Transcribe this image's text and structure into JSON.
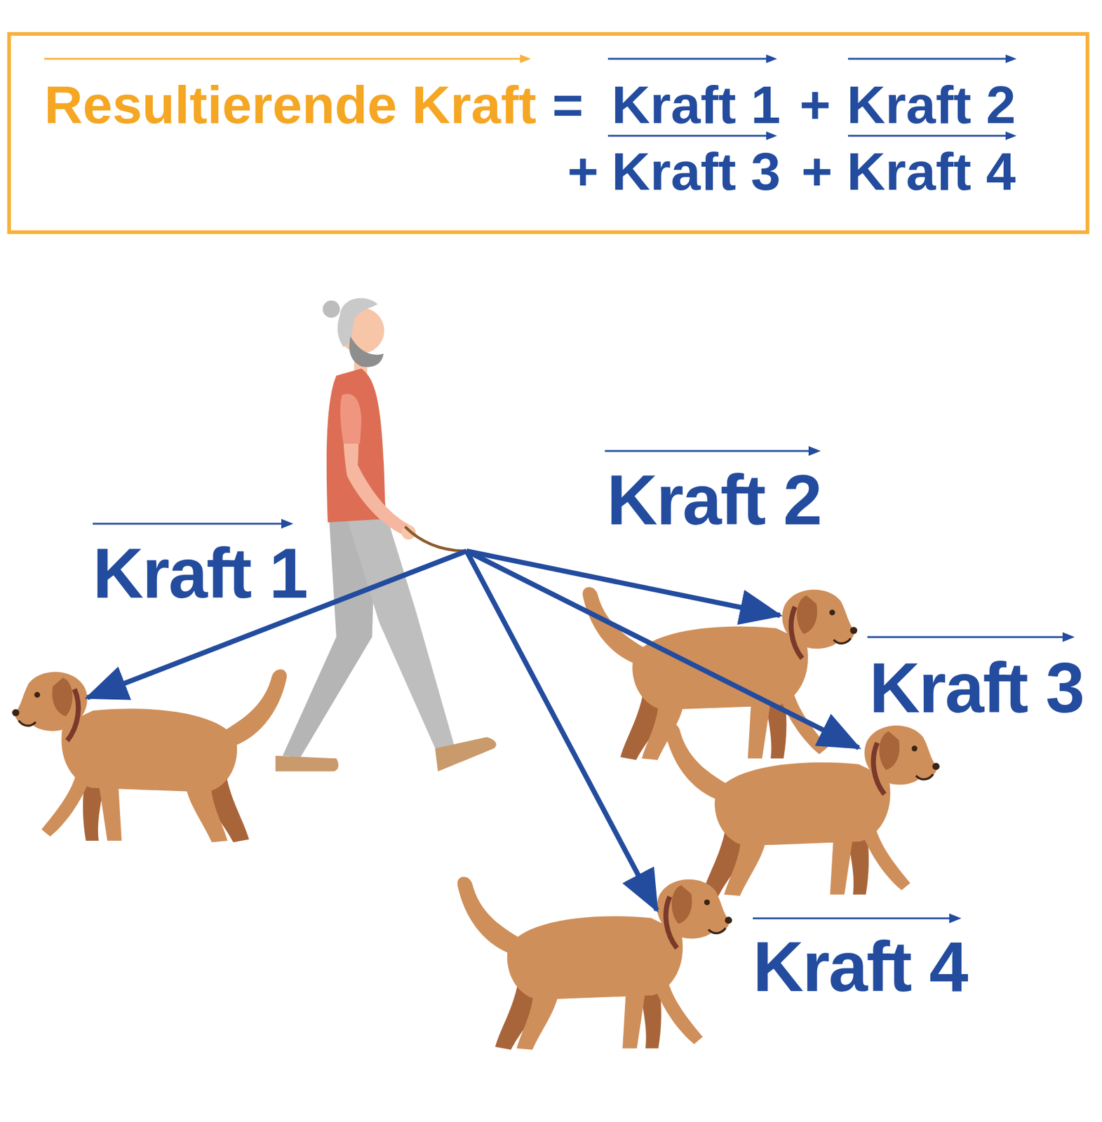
{
  "diagram": {
    "nodes": [
      {
        "text": [
          "Resultierende Kraft",
          "=",
          "Kraft 1",
          "+",
          "Kraft 2",
          "+",
          "Kraft 3",
          "+",
          "Kraft 4"
        ]
      }
    ],
    "labels": [
      "Kraft 1",
      "Kraft 2",
      "Kraft 3",
      "Kraft 4"
    ]
  }
}
